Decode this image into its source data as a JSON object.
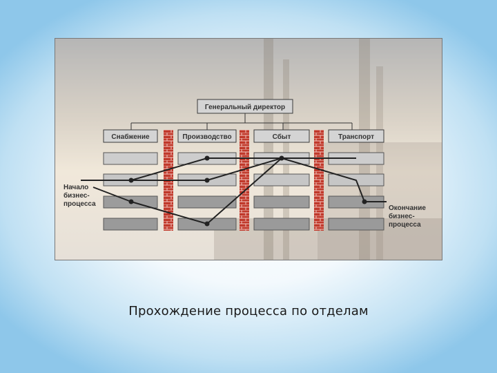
{
  "slide": {
    "caption": "Прохождение процесса по отделам"
  },
  "diagram": {
    "director": "Генеральный директор",
    "departments": [
      "Снабжение",
      "Производство",
      "Сбыт",
      "Транспорт"
    ],
    "start_label": [
      "Начало",
      "бизнес-",
      "процесса"
    ],
    "end_label": [
      "Окончание",
      "бизнес-",
      "процесса"
    ],
    "colors": {
      "box_fill": "#cdcdcd",
      "box_fill_dark": "#9a9a9a",
      "wall_red": "#c0392b",
      "line": "#222222"
    }
  }
}
